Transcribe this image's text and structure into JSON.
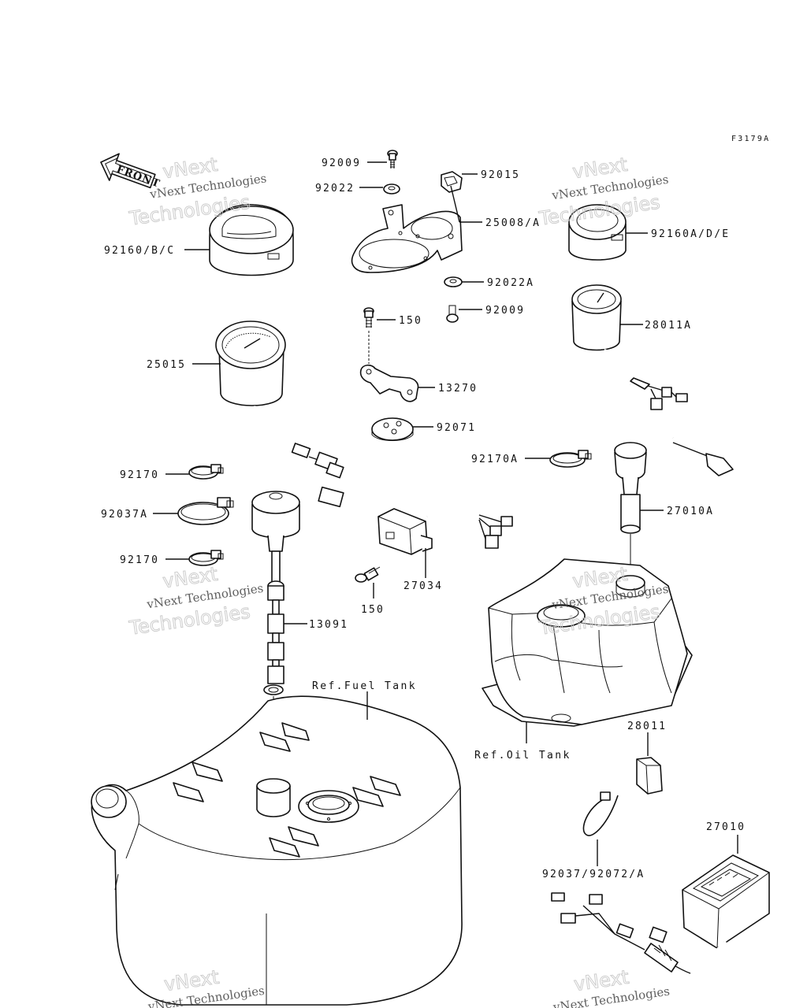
{
  "diagram": {
    "code": "F3179A",
    "front_label": "FRONT",
    "labels": [
      {
        "id": "92009-top",
        "text": "92009"
      },
      {
        "id": "92022",
        "text": "92022"
      },
      {
        "id": "92015",
        "text": "92015"
      },
      {
        "id": "25008",
        "text": "25008/A"
      },
      {
        "id": "92160bc",
        "text": "92160/B/C"
      },
      {
        "id": "92160ade",
        "text": "92160A/D/E"
      },
      {
        "id": "92022a",
        "text": "92022A"
      },
      {
        "id": "150-top",
        "text": "150"
      },
      {
        "id": "92009-mid",
        "text": "92009"
      },
      {
        "id": "28011a",
        "text": "28011A"
      },
      {
        "id": "25015",
        "text": "25015"
      },
      {
        "id": "13270",
        "text": "13270"
      },
      {
        "id": "92071",
        "text": "92071"
      },
      {
        "id": "92170-a",
        "text": "92170"
      },
      {
        "id": "92170a",
        "text": "92170A"
      },
      {
        "id": "92037a",
        "text": "92037A"
      },
      {
        "id": "27010a",
        "text": "27010A"
      },
      {
        "id": "92170-b",
        "text": "92170"
      },
      {
        "id": "27034",
        "text": "27034"
      },
      {
        "id": "150-bot",
        "text": "150"
      },
      {
        "id": "27010",
        "text": "27010"
      },
      {
        "id": "13091",
        "text": "13091"
      },
      {
        "id": "28011",
        "text": "28011"
      },
      {
        "id": "92037",
        "text": "92037/92072/A"
      }
    ],
    "refs": {
      "fuel_tank": "Ref.Fuel Tank",
      "oil_tank": "Ref.Oil Tank"
    },
    "watermark": {
      "line1": "vNext Technologies",
      "line2": "vNext",
      "line3": "Technologies"
    }
  }
}
